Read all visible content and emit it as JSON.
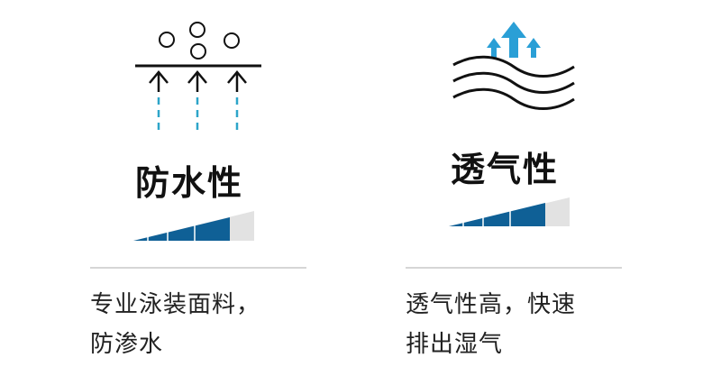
{
  "features": [
    {
      "title": "防水性",
      "description_lines": [
        "专业泳装面料，",
        "防渗水"
      ],
      "icon": "water-droplets-blocked-icon",
      "rating": 0.8
    },
    {
      "title": "透气性",
      "description_lines": [
        "透气性高，快速",
        "排出湿气"
      ],
      "icon": "breathable-airflow-icon",
      "rating": 0.8
    }
  ],
  "colors": {
    "bar_fill": "#0f6096",
    "bar_empty": "#e2e2e2",
    "arrow_blue": "#2a9fd6",
    "dash_blue": "#2da5c9",
    "text": "#111111",
    "divider": "#d6d6d6"
  }
}
